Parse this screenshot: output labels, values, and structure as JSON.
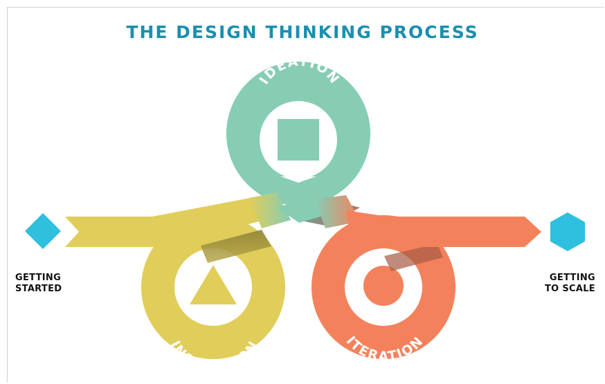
{
  "title": "THE DESIGN THINKING PROCESS",
  "stages": {
    "ideation": "IDEATION",
    "inspiration": "INSPIRATION",
    "iteration": "ITERATION"
  },
  "start_label": {
    "line1": "GETTING",
    "line2": "STARTED"
  },
  "scale_label": {
    "line1": "GETTING",
    "line2": "TO SCALE"
  },
  "colors": {
    "title": "#1b8fb0",
    "ideation": "#86cdb4",
    "inspiration": "#e1cd5a",
    "iteration": "#f3825c",
    "markers": "#2fbfdf"
  }
}
